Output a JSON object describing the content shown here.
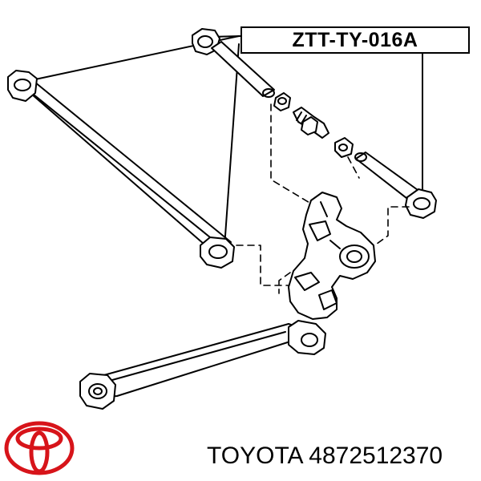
{
  "diagram": {
    "part_label": "ZTT-TY-016A",
    "brand": "TOYOTA",
    "part_number": "4872512370",
    "logo_icon": "toyota-logo-icon",
    "logo_color": "#d7141a",
    "line_color": "#000000"
  }
}
